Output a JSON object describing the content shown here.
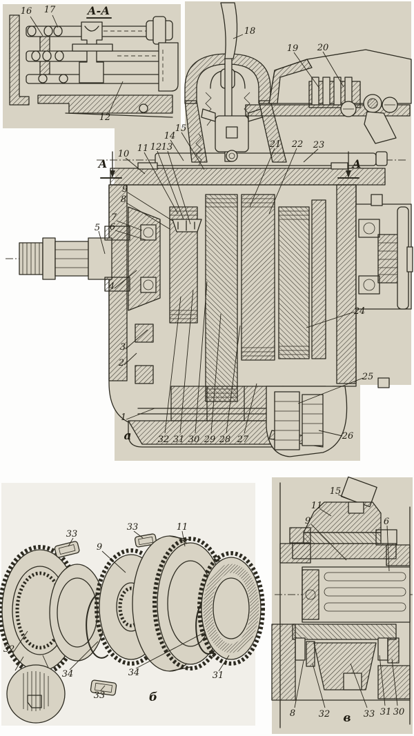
{
  "document": {
    "kind": "scanned technical manual figure",
    "subject": "gearbox longitudinal cross-section with synchronizer exploded view and details"
  },
  "colors": {
    "paper": "#d8d3c4",
    "paper_light": "#f1efe9",
    "ink": "#2c2a20",
    "page": "#fdfdfc"
  },
  "fig_aa": {
    "title": "А-А",
    "callouts": [
      "16",
      "17",
      "12"
    ]
  },
  "fig_main": {
    "label": "а",
    "marker": "А",
    "lever": "18",
    "detail": [
      "19",
      "20"
    ],
    "upper_left": [
      "10",
      "11",
      "12",
      "13",
      "14",
      "15"
    ],
    "upper_right": [
      "21",
      "22",
      "23"
    ],
    "left": [
      "9",
      "8",
      "7",
      "6",
      "5",
      "4",
      "3",
      "2",
      "1"
    ],
    "bottom": [
      "32",
      "31",
      "30",
      "29",
      "28",
      "27"
    ],
    "right": [
      "24",
      "25",
      "26"
    ]
  },
  "fig_b": {
    "label": "б",
    "callouts": [
      "33",
      "33",
      "11",
      "9",
      "32",
      "34",
      "33",
      "34",
      "31"
    ]
  },
  "fig_v": {
    "label": "в",
    "top": [
      "15",
      "11",
      "9",
      "6"
    ],
    "bottom": [
      "8",
      "32",
      "33",
      "31",
      "30"
    ]
  }
}
